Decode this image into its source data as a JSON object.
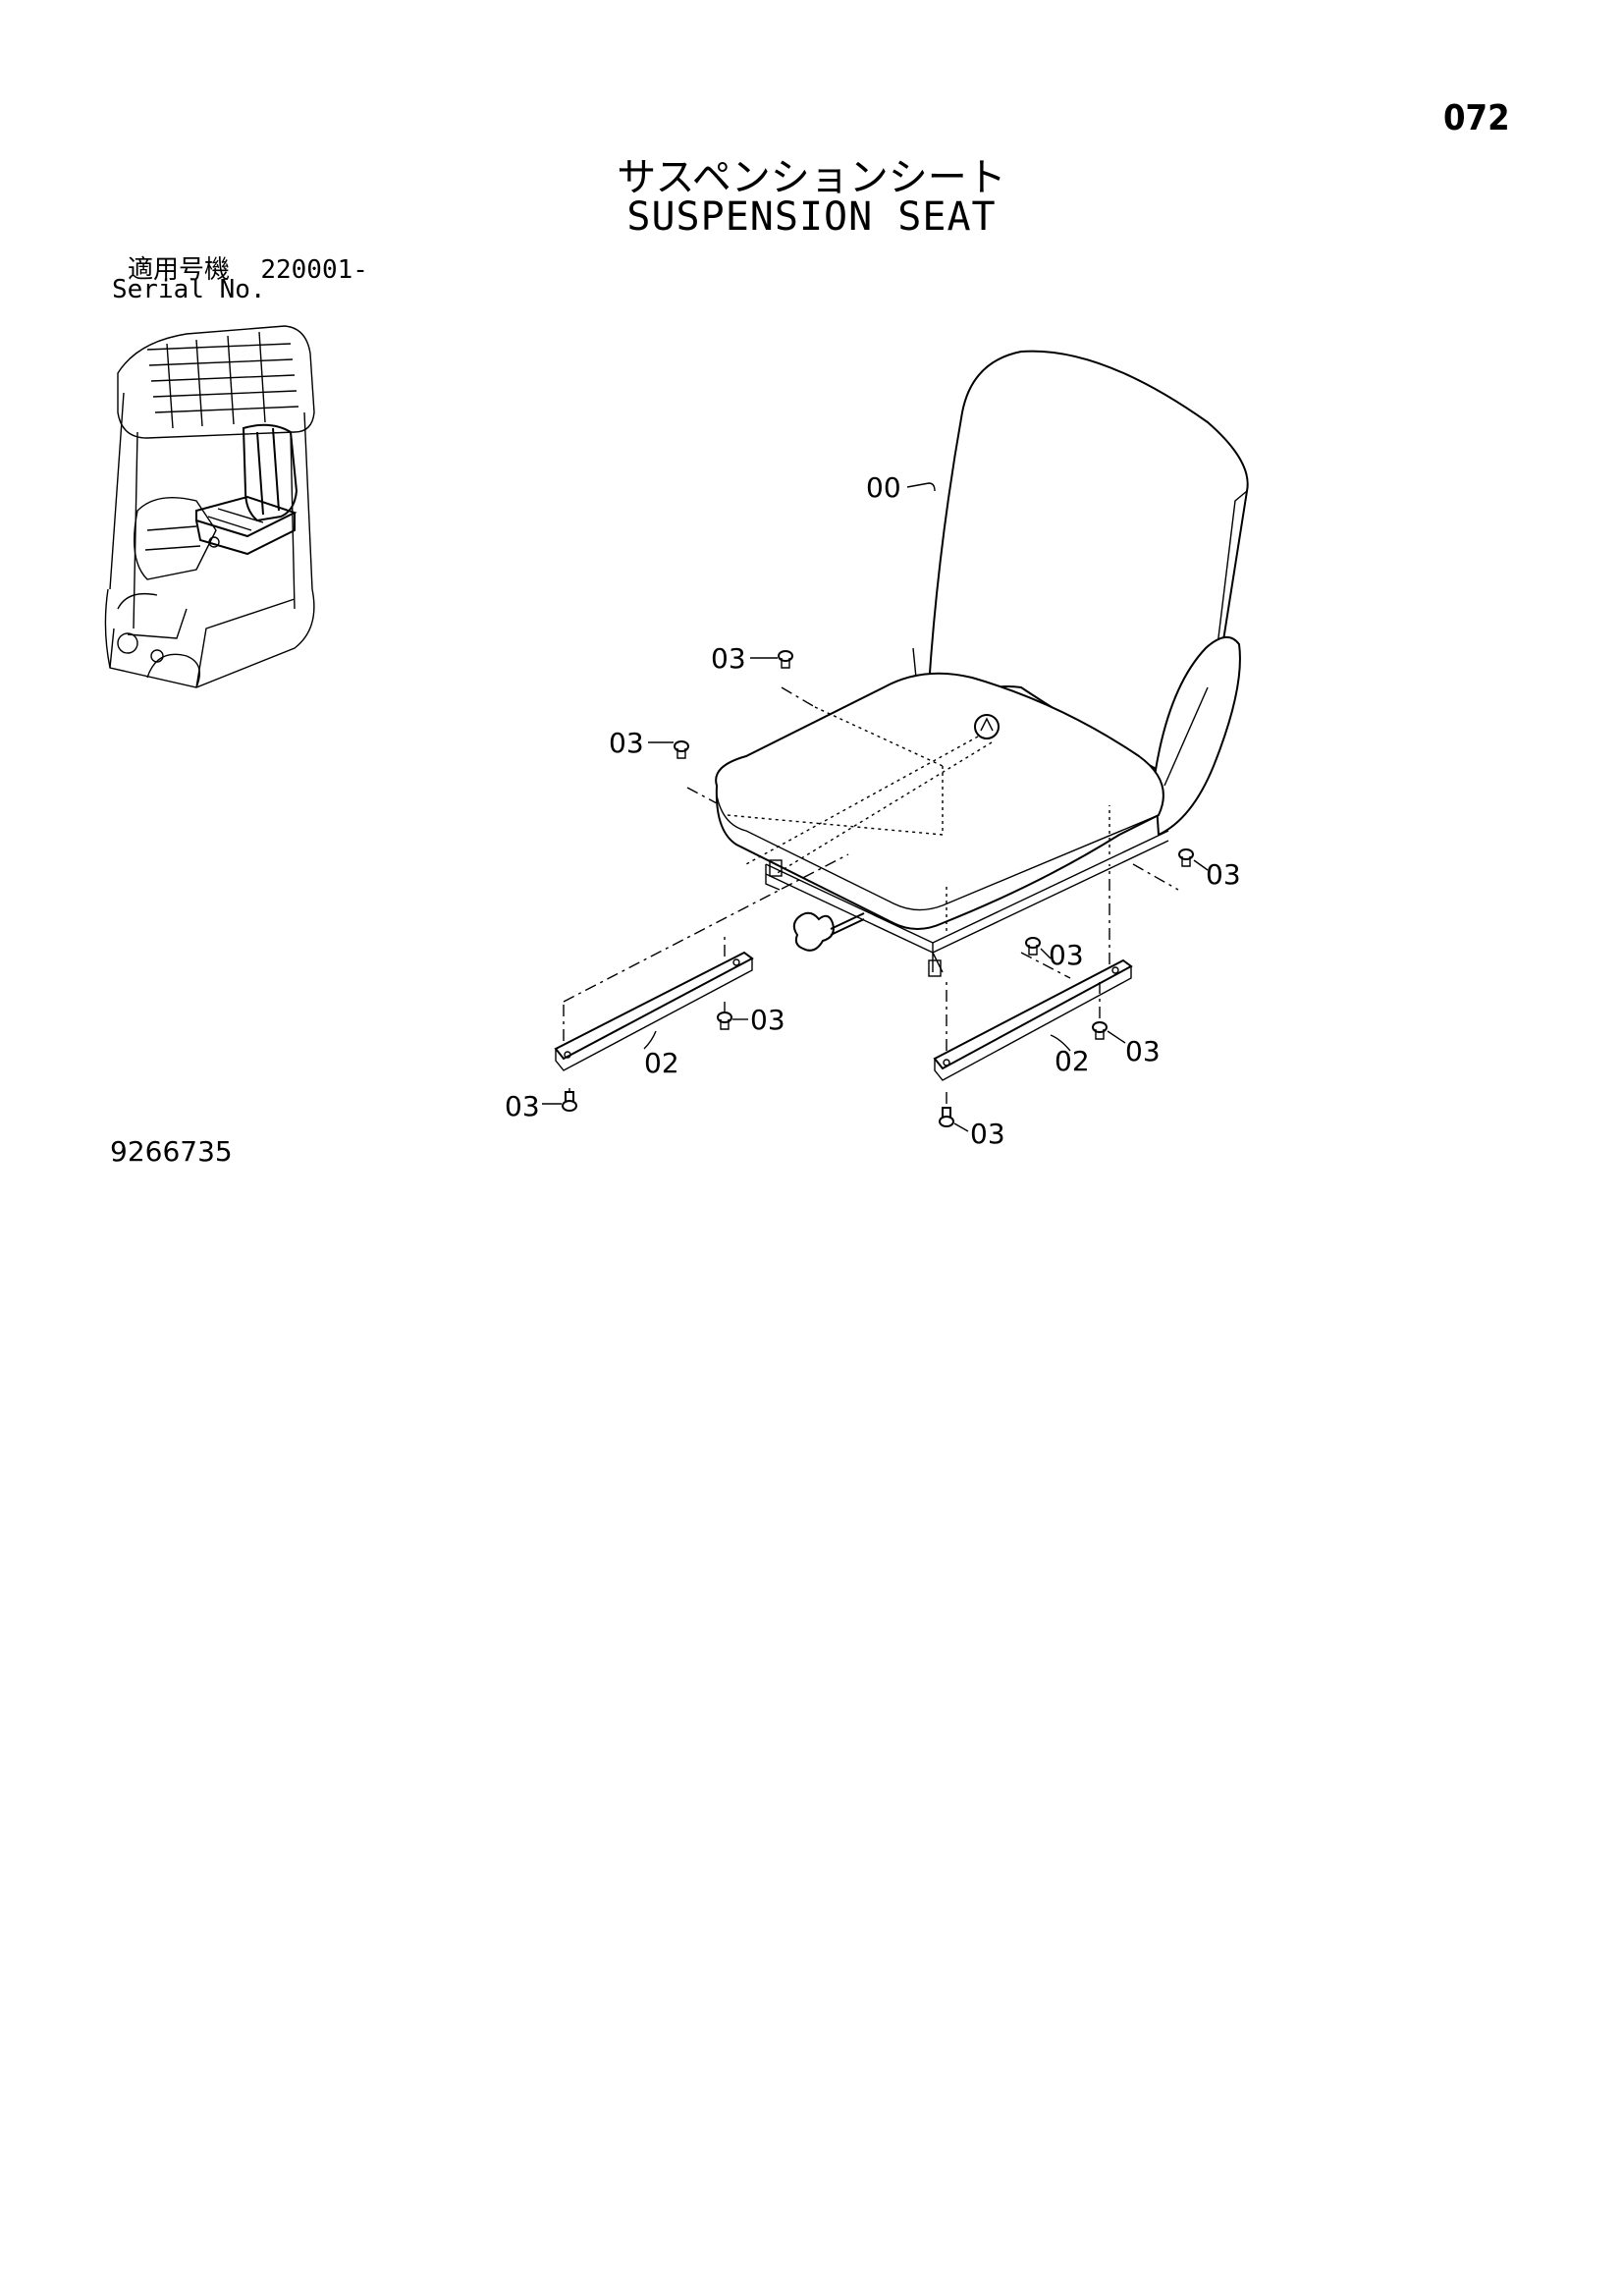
{
  "page_number": "072",
  "title_jp": "サスペンションシート",
  "title_en": "SUSPENSION SEAT",
  "serial": {
    "label_jp": "適用号機",
    "range": "220001-",
    "label_en": "Serial No."
  },
  "drawing_number": "9266735",
  "callouts": [
    {
      "id": "00",
      "text": "00"
    },
    {
      "id": "03a",
      "text": "03"
    },
    {
      "id": "03b",
      "text": "03"
    },
    {
      "id": "03c",
      "text": "03"
    },
    {
      "id": "03d",
      "text": "03"
    },
    {
      "id": "03e",
      "text": "03"
    },
    {
      "id": "03f",
      "text": "03"
    },
    {
      "id": "03g",
      "text": "03"
    },
    {
      "id": "03h",
      "text": "03"
    },
    {
      "id": "02a",
      "text": "02"
    },
    {
      "id": "02b",
      "text": "02"
    }
  ]
}
